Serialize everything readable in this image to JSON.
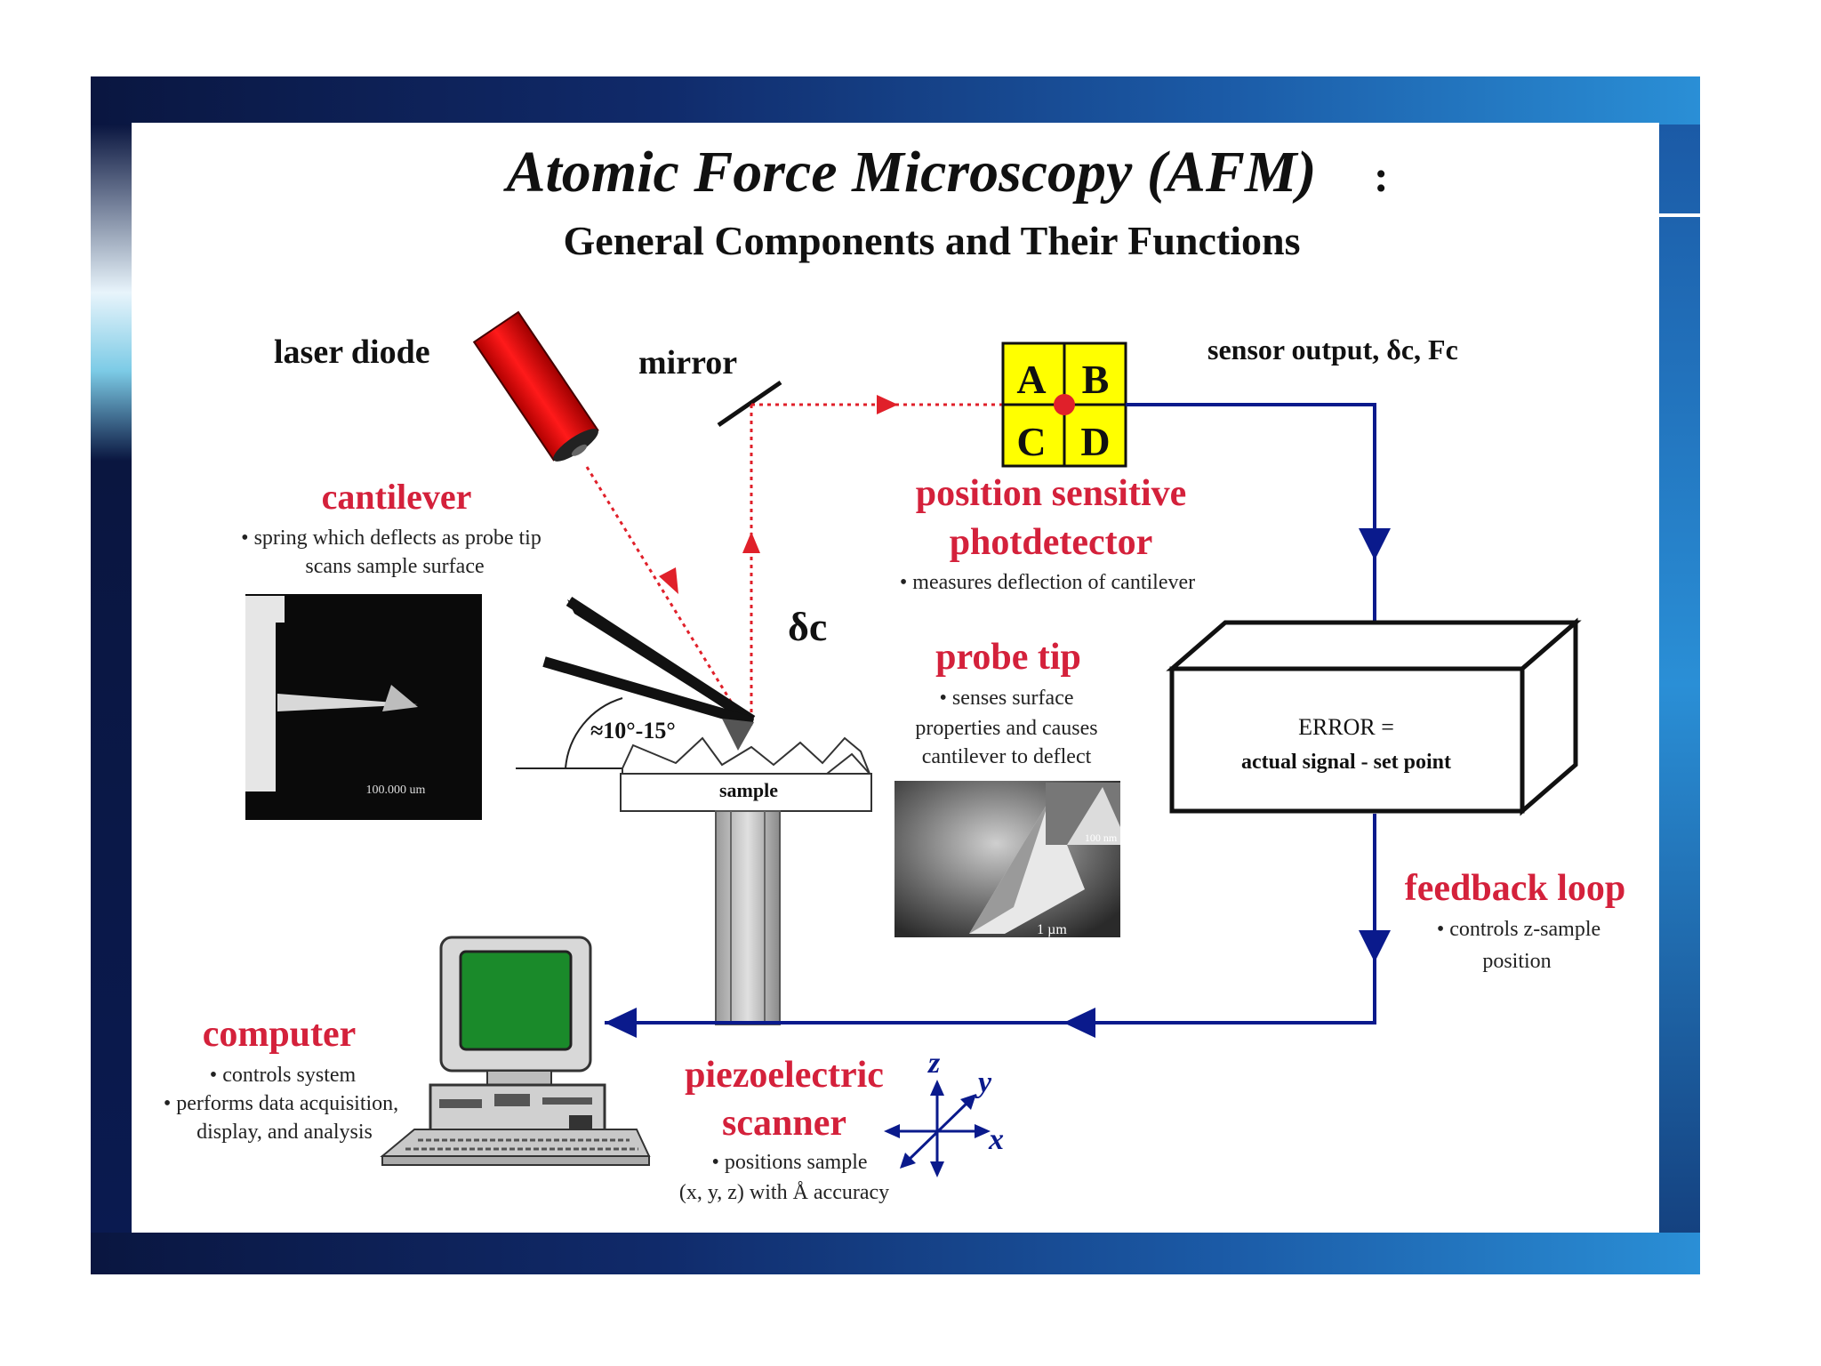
{
  "slide": {
    "title": "Atomic Force Microscopy (AFM)",
    "title_colon": ":",
    "subtitle": "General Components and Their Functions"
  },
  "labels": {
    "laser_diode": "laser diode",
    "mirror": "mirror",
    "sensor_output": "sensor output, δc, Fc",
    "quadrant_a": "A",
    "quadrant_b": "B",
    "quadrant_c": "C",
    "quadrant_d": "D",
    "delta_c": "δc",
    "angle": "≈10°-15°",
    "sample": "sample",
    "error_line1": "ERROR =",
    "error_line2": "actual signal - set point",
    "axis_z": "z",
    "axis_y": "y",
    "axis_x": "x",
    "scalebar_cantilever": "100.000 um",
    "scalebar_tip_small": "100 nm",
    "scalebar_tip": "1 µm"
  },
  "components": {
    "cantilever": {
      "name": "cantilever",
      "desc": [
        "• spring which deflects as probe tip",
        "scans sample surface"
      ]
    },
    "photodetector": {
      "name_line1": "position sensitive",
      "name_line2": "photdetector",
      "desc": [
        "• measures deflection of cantilever"
      ]
    },
    "probe_tip": {
      "name": "probe tip",
      "desc": [
        "• senses surface",
        "properties and causes",
        "cantilever to deflect"
      ]
    },
    "feedback_loop": {
      "name": "feedback loop",
      "desc": [
        "• controls z-sample",
        "position"
      ]
    },
    "computer": {
      "name": "computer",
      "desc": [
        "• controls system",
        "• performs data acquisition,",
        "display, and analysis"
      ]
    },
    "scanner": {
      "name_line1": "piezoelectric",
      "name_line2": "scanner",
      "desc": [
        "• positions sample",
        "(x, y, z) with Å accuracy"
      ]
    }
  },
  "colors": {
    "label_red": "#d4213b",
    "laser_red": "#dd1111",
    "loop_blue": "#0a1a8c",
    "detector_yellow": "#ffff00",
    "frame_dark": "#0a1640",
    "frame_blue": "#1c6fb8",
    "screen_green": "#1a8a2a"
  }
}
